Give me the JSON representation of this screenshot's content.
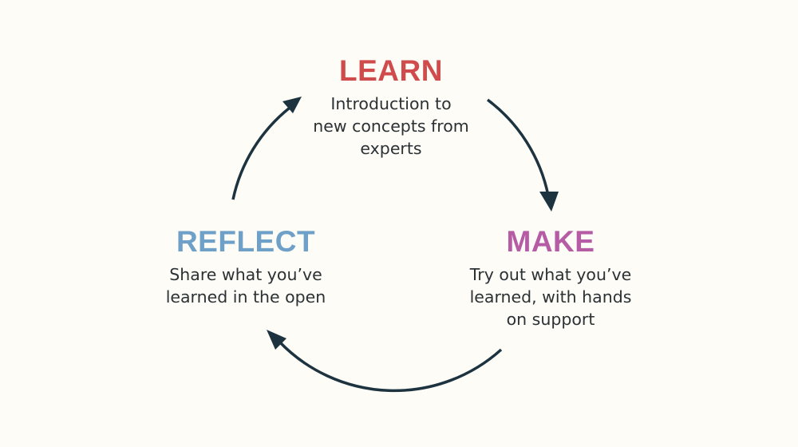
{
  "diagram": {
    "type": "cycle",
    "arrow_color": "#1d3340",
    "background": "#fdfcf6",
    "stages": [
      {
        "id": "learn",
        "title": "LEARN",
        "color": "#d04b4b",
        "description_lines": [
          "Introduction to",
          "new concepts from",
          "experts"
        ]
      },
      {
        "id": "make",
        "title": "MAKE",
        "color": "#b55ca5",
        "description_lines": [
          "Try out what you’ve",
          "learned, with hands",
          "on support"
        ]
      },
      {
        "id": "reflect",
        "title": "REFLECT",
        "color": "#6fa0c8",
        "description_lines": [
          "Share what you’ve",
          "learned in the open"
        ]
      }
    ],
    "arrows": [
      {
        "from": "learn",
        "to": "make"
      },
      {
        "from": "make",
        "to": "reflect"
      },
      {
        "from": "reflect",
        "to": "learn"
      }
    ]
  }
}
